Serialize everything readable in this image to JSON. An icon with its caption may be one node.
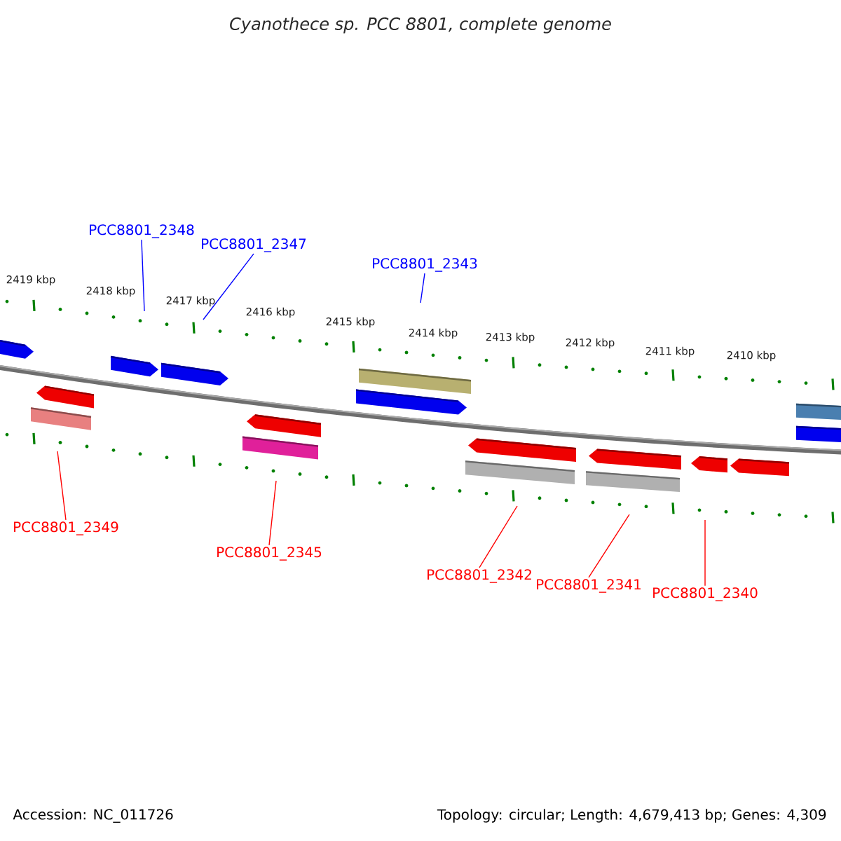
{
  "diagram": {
    "title": "Cyanothece sp. PCC 8801, complete genome",
    "nodes": [
      {
        "text": [
          "PCC8801_2348"
        ]
      },
      {
        "text": [
          "PCC8801_2347"
        ]
      },
      {
        "text": [
          "PCC8801_2343"
        ]
      },
      {
        "text": [
          "PCC8801_2349"
        ]
      },
      {
        "text": [
          "PCC8801_2345"
        ]
      },
      {
        "text": [
          "PCC8801_2342"
        ]
      },
      {
        "text": [
          "PCC8801_2341"
        ]
      },
      {
        "text": [
          "PCC8801_2340"
        ]
      }
    ],
    "edges": [
      {
        "from": 0,
        "to": null,
        "arrow": "none",
        "color": "#0000ff"
      },
      {
        "from": 1,
        "to": null,
        "arrow": "none",
        "color": "#0000ff"
      },
      {
        "from": 2,
        "to": null,
        "arrow": "none",
        "color": "#0000ff"
      },
      {
        "from": 3,
        "to": null,
        "arrow": "none"
      },
      {
        "from": 4,
        "to": null,
        "arrow": "none"
      },
      {
        "from": 5,
        "to": null,
        "arrow": "none"
      },
      {
        "from": 6,
        "to": null,
        "arrow": "none"
      },
      {
        "from": 7,
        "to": null,
        "arrow": "none"
      }
    ],
    "labels": [
      "2419 kbp",
      "2418 kbp",
      "2417 kbp",
      "2416 kbp",
      "2415 kbp",
      "2414 kbp",
      "2413 kbp",
      "2412 kbp",
      "2411 kbp",
      "2410 kbp",
      "Accession: NC_011726",
      "Topology: circular; Length: 4,679,413 bp; Genes: 4,309"
    ]
  }
}
